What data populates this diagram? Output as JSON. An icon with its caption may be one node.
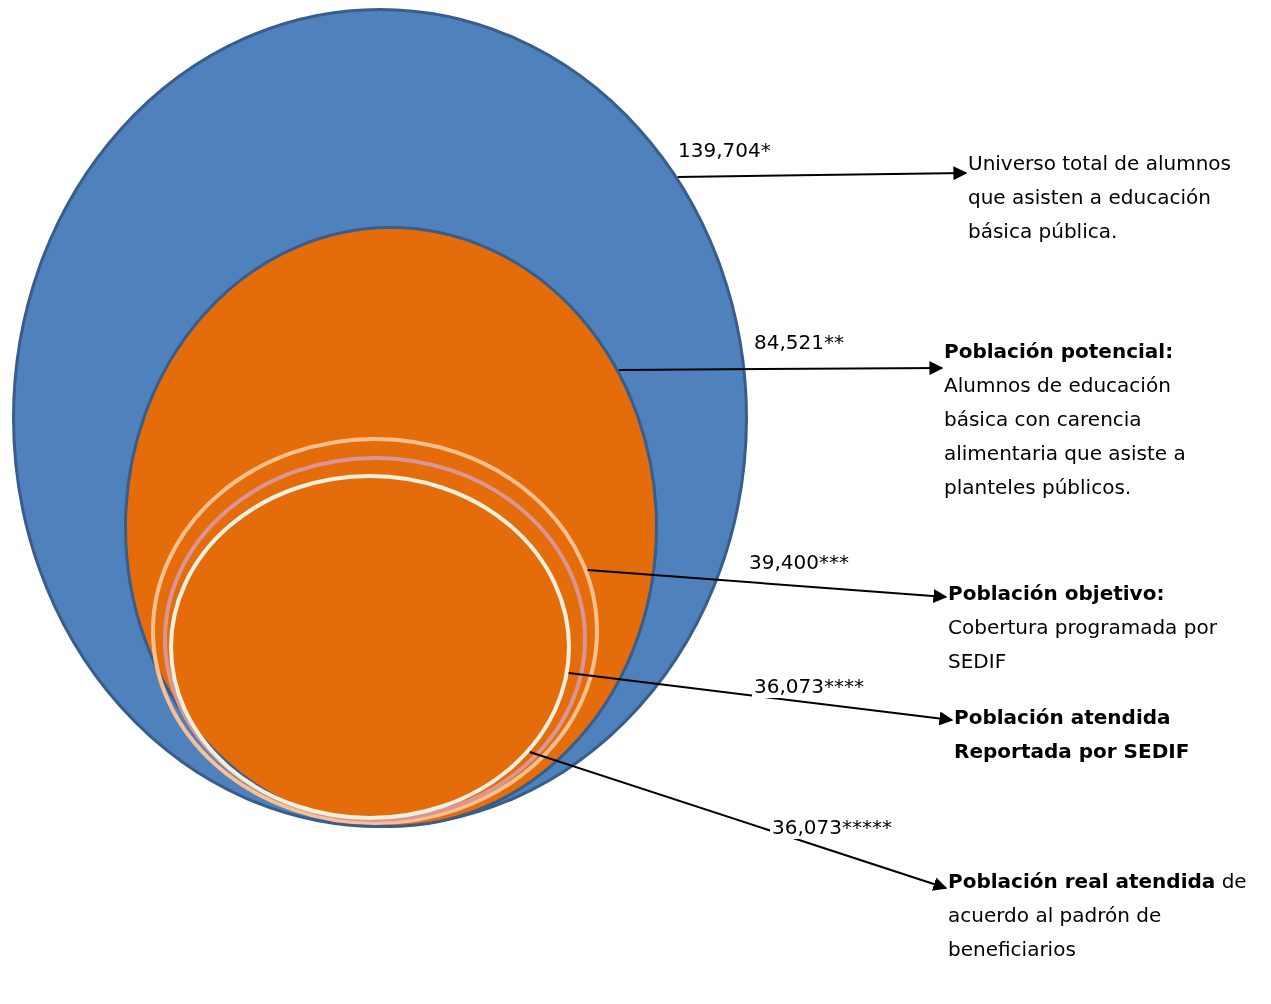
{
  "diagram": {
    "nodes": [
      {
        "text": [],
        "shape": "circle"
      },
      {
        "text": [],
        "shape": "circle",
        "in": 0
      },
      {
        "text": [],
        "shape": "circle",
        "in": 1
      },
      {
        "text": [],
        "shape": "circle",
        "in": 2
      },
      {
        "text": [],
        "shape": "circle",
        "in": 3
      },
      {
        "text": [
          "Universo total de alumnos que asisten a educación básica pública."
        ]
      },
      {
        "text": [
          "Población potencial:",
          "Alumnos de educación básica con carencia alimentaria que asiste a planteles públicos."
        ]
      },
      {
        "text": [
          "Población objetivo:",
          "Cobertura programada por SEDIF"
        ]
      },
      {
        "text": [
          "Población atendida Reportada por SEDIF"
        ]
      },
      {
        "text": [
          "**Población real atendida** de acuerdo al padrón de beneficiarios"
        ]
      }
    ],
    "edges": [
      {
        "from": 0,
        "to": 5,
        "arrow": "to",
        "label": "139,704*"
      },
      {
        "from": 1,
        "to": 6,
        "arrow": "to",
        "label": "84,521**"
      },
      {
        "from": 2,
        "to": 7,
        "arrow": "to",
        "label": "39,400***"
      },
      {
        "from": 4,
        "to": 8,
        "arrow": "to",
        "label": "36,073****"
      },
      {
        "from": 4,
        "to": 9,
        "arrow": "to",
        "label": "36,073*****"
      }
    ]
  }
}
